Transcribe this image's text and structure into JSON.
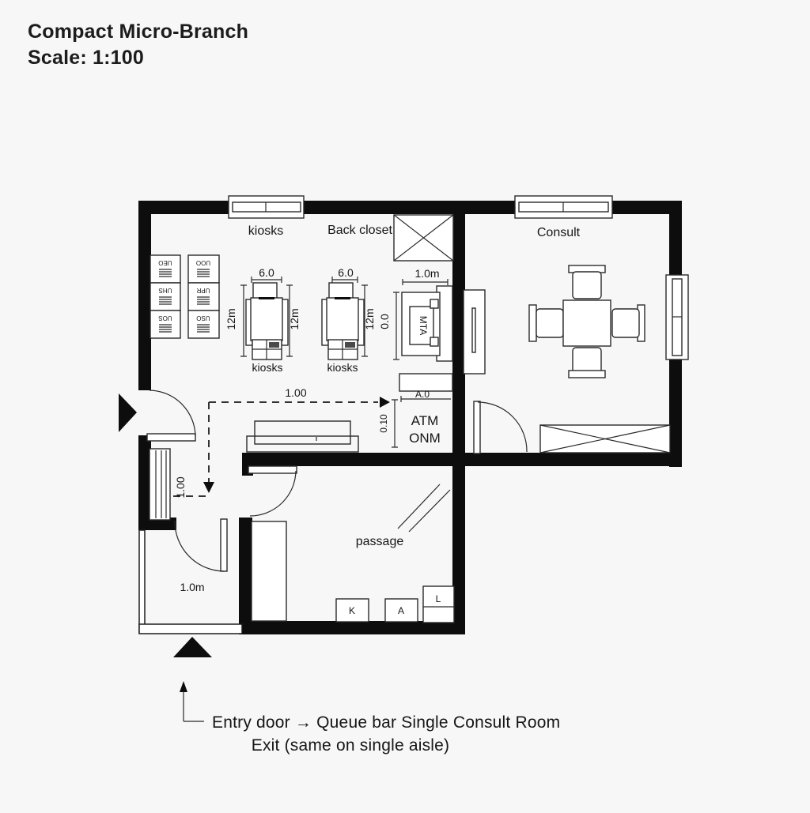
{
  "title": "Compact Micro-Branch",
  "scale": "Scale: 1:100",
  "labels": {
    "kiosks_area": "kiosks",
    "back_closet": "Back closet",
    "consult": "Consult",
    "passage": "passage",
    "kiosk1_caption": "kiosks",
    "kiosk2_caption": "kiosks",
    "atm_line1": "ATM",
    "atm_line2": "ONM",
    "vestibule": "1.0m",
    "cubby_k": "K",
    "cubby_a": "A",
    "cubby_l": "L"
  },
  "dimensions": {
    "kiosk1_width": "6.0",
    "kiosk2_width": "6.0",
    "kiosk1_height_left": "12m",
    "kiosk1_height_right": "12m",
    "kiosk2_height_right": "12m",
    "atm_width": "1.0m",
    "atm_height": "0.0",
    "queue_horizontal": "1.00",
    "queue_vertical": "1.00",
    "atm_room_height": "0.10",
    "atm_room_width": "A.0"
  },
  "machine_text": "MTA",
  "shelves": [
    "UEO",
    "UOO",
    "UHS",
    "UPR",
    "UOS",
    "USO"
  ],
  "legend": {
    "line1": "Entry door → Queue bar Single Consult Room",
    "line2": "Exit (same on single aisle)"
  }
}
